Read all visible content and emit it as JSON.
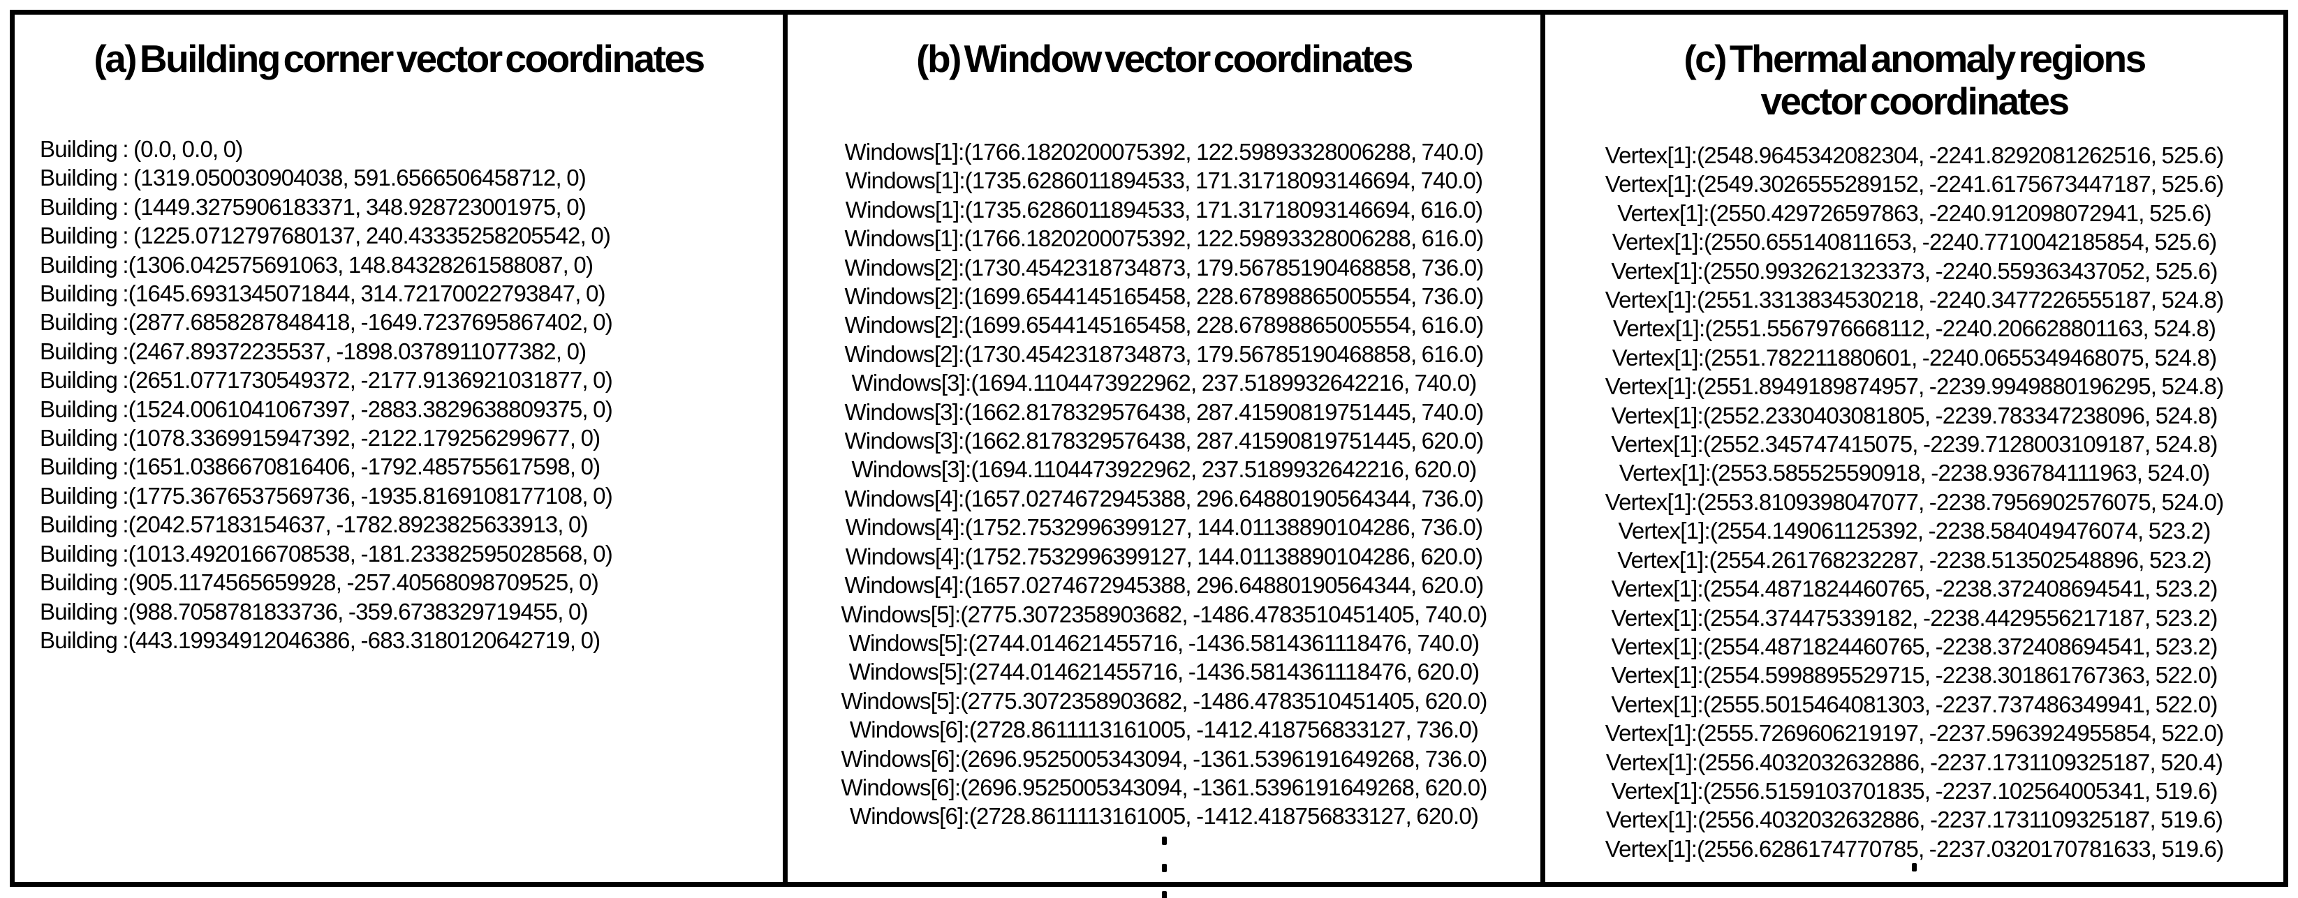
{
  "colors": {
    "background": "#ffffff",
    "border": "#000000",
    "text": "#000000"
  },
  "panels": [
    {
      "label": "a",
      "title": "(a) Building corner vector coordinates",
      "continuation_dots": 0,
      "lines": [
        "Building : (0.0, 0.0, 0)",
        "Building : (1319.050030904038, 591.6566506458712, 0)",
        "Building : (1449.3275906183371, 348.928723001975, 0)",
        "Building : (1225.0712797680137, 240.43335258205542, 0)",
        "Building :(1306.042575691063, 148.84328261588087, 0)",
        "Building :(1645.6931345071844, 314.72170022793847, 0)",
        "Building :(2877.6858287848418, -1649.7237695867402, 0)",
        "Building :(2467.89372235537, -1898.0378911077382, 0)",
        "Building :(2651.0771730549372, -2177.9136921031877, 0)",
        "Building :(1524.0061041067397, -2883.3829638809375, 0)",
        "Building :(1078.3369915947392, -2122.179256299677, 0)",
        "Building :(1651.0386670816406, -1792.485755617598, 0)",
        "Building :(1775.3676537569736, -1935.8169108177108, 0)",
        "Building :(2042.57183154637, -1782.8923825633913, 0)",
        "Building :(1013.4920166708538, -181.23382595028568, 0)",
        "Building :(905.1174565659928, -257.40568098709525, 0)",
        "Building :(988.7058781833736, -359.6738329719455, 0)",
        "Building :(443.19934912046386, -683.3180120642719, 0)"
      ]
    },
    {
      "label": "b",
      "title": "(b) Window vector coordinates",
      "continuation_dots": 3,
      "lines": [
        "Windows[1]:(1766.1820200075392, 122.59893328006288, 740.0)",
        "Windows[1]:(1735.6286011894533, 171.31718093146694, 740.0)",
        "Windows[1]:(1735.6286011894533, 171.31718093146694, 616.0)",
        "Windows[1]:(1766.1820200075392, 122.59893328006288, 616.0)",
        "Windows[2]:(1730.4542318734873, 179.56785190468858, 736.0)",
        "Windows[2]:(1699.6544145165458, 228.67898865005554, 736.0)",
        "Windows[2]:(1699.6544145165458, 228.67898865005554, 616.0)",
        "Windows[2]:(1730.4542318734873, 179.56785190468858, 616.0)",
        "Windows[3]:(1694.1104473922962, 237.5189932642216, 740.0)",
        "Windows[3]:(1662.8178329576438, 287.41590819751445, 740.0)",
        "Windows[3]:(1662.8178329576438, 287.41590819751445, 620.0)",
        "Windows[3]:(1694.1104473922962, 237.5189932642216, 620.0)",
        "Windows[4]:(1657.0274672945388, 296.64880190564344, 736.0)",
        "Windows[4]:(1752.7532996399127, 144.01138890104286, 736.0)",
        "Windows[4]:(1752.7532996399127, 144.01138890104286, 620.0)",
        "Windows[4]:(1657.0274672945388, 296.64880190564344, 620.0)",
        "Windows[5]:(2775.3072358903682, -1486.4783510451405, 740.0)",
        "Windows[5]:(2744.014621455716, -1436.5814361118476, 740.0)",
        "Windows[5]:(2744.014621455716, -1436.5814361118476, 620.0)",
        "Windows[5]:(2775.3072358903682, -1486.4783510451405, 620.0)",
        "Windows[6]:(2728.8611113161005, -1412.418756833127, 736.0)",
        "Windows[6]:(2696.9525005343094, -1361.5396191649268, 736.0)",
        "Windows[6]:(2696.9525005343094, -1361.5396191649268, 620.0)",
        "Windows[6]:(2728.8611113161005, -1412.418756833127, 620.0)"
      ]
    },
    {
      "label": "c",
      "title": "(c) Thermal anomaly regions\nvector coordinates",
      "continuation_dots": 1,
      "lines": [
        "Vertex[1]:(2548.9645342082304, -2241.8292081262516, 525.6)",
        "Vertex[1]:(2549.3026555289152, -2241.6175673447187, 525.6)",
        "Vertex[1]:(2550.429726597863, -2240.912098072941, 525.6)",
        "Vertex[1]:(2550.655140811653, -2240.7710042185854, 525.6)",
        "Vertex[1]:(2550.9932621323373, -2240.559363437052, 525.6)",
        "Vertex[1]:(2551.3313834530218, -2240.3477226555187, 524.8)",
        "Vertex[1]:(2551.5567976668112, -2240.206628801163, 524.8)",
        "Vertex[1]:(2551.782211880601, -2240.0655349468075, 524.8)",
        "Vertex[1]:(2551.8949189874957, -2239.9949880196295, 524.8)",
        "Vertex[1]:(2552.2330403081805, -2239.783347238096, 524.8)",
        "Vertex[1]:(2552.345747415075, -2239.7128003109187, 524.8)",
        "Vertex[1]:(2553.585525590918, -2238.936784111963, 524.0)",
        "Vertex[1]:(2553.8109398047077, -2238.7956902576075, 524.0)",
        "Vertex[1]:(2554.149061125392, -2238.584049476074, 523.2)",
        "Vertex[1]:(2554.261768232287, -2238.513502548896, 523.2)",
        "Vertex[1]:(2554.4871824460765, -2238.372408694541, 523.2)",
        "Vertex[1]:(2554.374475339182, -2238.4429556217187, 523.2)",
        "Vertex[1]:(2554.4871824460765, -2238.372408694541, 523.2)",
        "Vertex[1]:(2554.5998895529715, -2238.301861767363, 522.0)",
        "Vertex[1]:(2555.5015464081303, -2237.737486349941, 522.0)",
        "Vertex[1]:(2555.7269606219197, -2237.5963924955854, 522.0)",
        "Vertex[1]:(2556.4032032632886, -2237.1731109325187, 520.4)",
        "Vertex[1]:(2556.5159103701835, -2237.102564005341, 519.6)",
        "Vertex[1]:(2556.4032032632886, -2237.1731109325187, 519.6)",
        "Vertex[1]:(2556.6286174770785, -2237.0320170781633, 519.6)"
      ]
    }
  ]
}
